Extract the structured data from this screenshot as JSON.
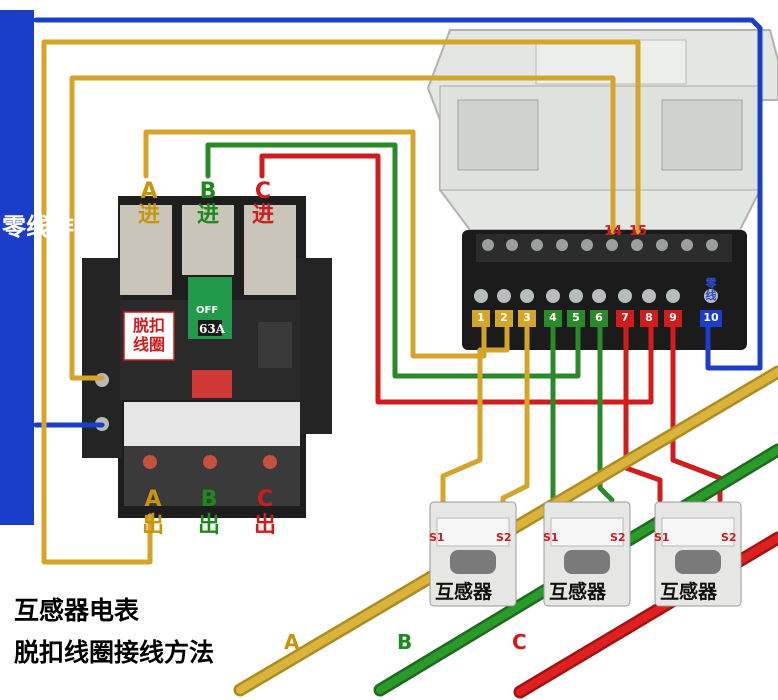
{
  "title": {
    "line1": "互感器电表",
    "line2": "脱扣线圈接线方法"
  },
  "neutral_bar": {
    "label": "零线排"
  },
  "breaker": {
    "inputs": [
      {
        "phase": "A",
        "label": "进"
      },
      {
        "phase": "B",
        "label": "进"
      },
      {
        "phase": "C",
        "label": "进"
      }
    ],
    "outputs": [
      {
        "phase": "A",
        "label": "出"
      },
      {
        "phase": "B",
        "label": "出"
      },
      {
        "phase": "C",
        "label": "出"
      }
    ],
    "switch_state": "OFF",
    "rating": "63A",
    "trip_coil_label": "脱扣线圈"
  },
  "meter": {
    "terminals": [
      "1",
      "2",
      "3",
      "4",
      "5",
      "6",
      "7",
      "8",
      "9",
      "10"
    ],
    "top_terminals": [
      "14",
      "15"
    ],
    "neutral_terminal_label": "零线"
  },
  "current_transformers": [
    {
      "name": "互感器",
      "s1": "S1",
      "s2": "S2",
      "phase": "A"
    },
    {
      "name": "互感器",
      "s1": "S1",
      "s2": "S2",
      "phase": "B"
    },
    {
      "name": "互感器",
      "s1": "S1",
      "s2": "S2",
      "phase": "C"
    }
  ],
  "main_wires": [
    "A",
    "B",
    "C"
  ],
  "colors": {
    "phaseA": "#d4a52a",
    "phaseB": "#2a8a2a",
    "phaseC": "#d01c1c",
    "neutral": "#1a3ec9"
  }
}
